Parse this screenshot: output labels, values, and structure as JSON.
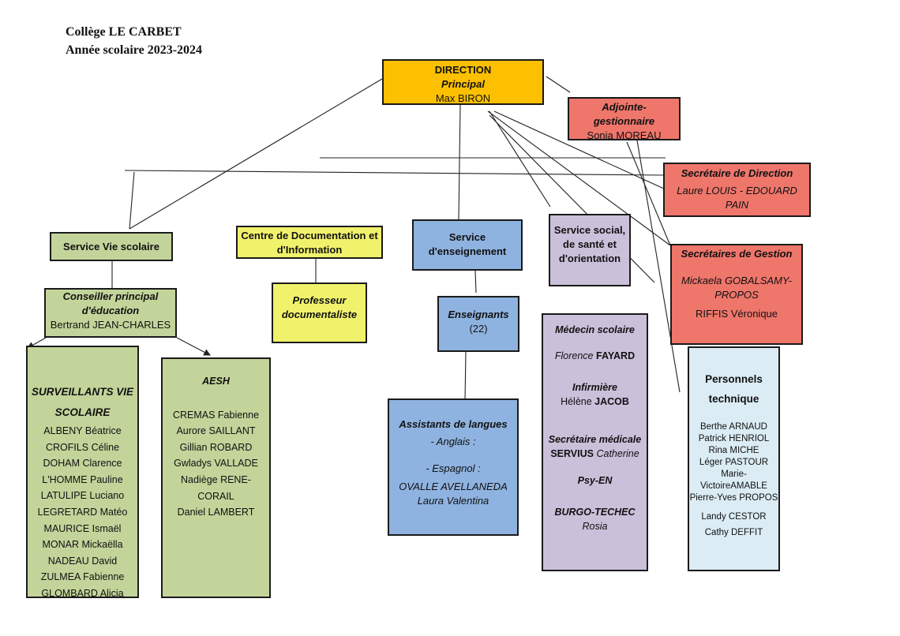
{
  "header": {
    "school": "Collège LE CARBET",
    "year": "Année scolaire 2023-2024"
  },
  "colors": {
    "direction": "#fdc000",
    "cdi": "#f1f26c",
    "secretariat": "#ef766b",
    "enseignement": "#8fb3e0",
    "vie_scolaire": "#c3d49a",
    "social": "#cbc0da",
    "technique": "#dbecf4"
  },
  "direction": {
    "title": "DIRECTION",
    "role": "Principal",
    "name": "Max BIRON"
  },
  "adjointe": {
    "role": "Adjointe-gestionnaire",
    "name": "Sonia MOREAU"
  },
  "secretaire_direction": {
    "role": "Secrétaire de Direction",
    "name": "Laure LOUIS - EDOUARD PAIN"
  },
  "secretaires_gestion": {
    "role": "Secrétaires de Gestion",
    "names": [
      "Mickaela GOBALSAMY-PROPOS",
      "RIFFIS Véronique"
    ]
  },
  "vie_scolaire": {
    "title": "Service Vie scolaire",
    "cpe_role": "Conseiller principal d'éducation",
    "cpe_name": "Bertrand JEAN-CHARLES",
    "surveillants_title": "SURVEILLANTS VIE SCOLAIRE",
    "surveillants": [
      "ALBENY Béatrice",
      "CROFILS Céline",
      "DOHAM Clarence",
      "L'HOMME Pauline",
      "LATULIPE Luciano",
      "LEGRETARD Matéo",
      "MAURICE Ismaël",
      "MONAR Mickaëlla",
      "NADEAU David",
      "ZULMEA Fabienne",
      "GLOMBARD Alicia"
    ],
    "aesh_title": "AESH",
    "aesh": [
      "CREMAS Fabienne",
      "Aurore SAILLANT",
      "Gillian ROBARD",
      "Gwladys VALLADE",
      "Nadiège RENE-CORAIL",
      "Daniel LAMBERT"
    ]
  },
  "cdi": {
    "title": "Centre de Documentation et d'Information",
    "prof": "Professeur documentaliste"
  },
  "enseignement": {
    "title": "Service d'enseignement",
    "enseignants_label": "Enseignants",
    "enseignants_count": "(22)",
    "assistants_title": "Assistants de langues",
    "anglais": "- Anglais :",
    "espagnol": "- Espagnol :",
    "assistant_name": "OVALLE AVELLANEDA Laura Valentina"
  },
  "social": {
    "title": "Service social, de santé et d'orientation",
    "medecin_title": "Médecin scolaire",
    "medecin_first": "Florence",
    "medecin_last": "FAYARD",
    "infirmiere_title": "Infirmière",
    "infirmiere_first": "Hélène",
    "infirmiere_last": "JACOB",
    "secretaire_title": "Secrétaire médicale",
    "secretaire_last": "SERVIUS",
    "secretaire_first": "Catherine",
    "psy_title": "Psy-EN",
    "psy_last": "BURGO-TECHEC",
    "psy_first": "Rosia"
  },
  "technique": {
    "title": "Personnels technique",
    "names": [
      "Berthe ARNAUD",
      "Patrick HENRIOL",
      "Rina MICHE",
      "Léger PASTOUR",
      "Marie-VictoireAMABLE",
      "Pierre-Yves PROPOS"
    ],
    "names2": [
      "Landy CESTOR",
      "Cathy DEFFIT"
    ]
  }
}
